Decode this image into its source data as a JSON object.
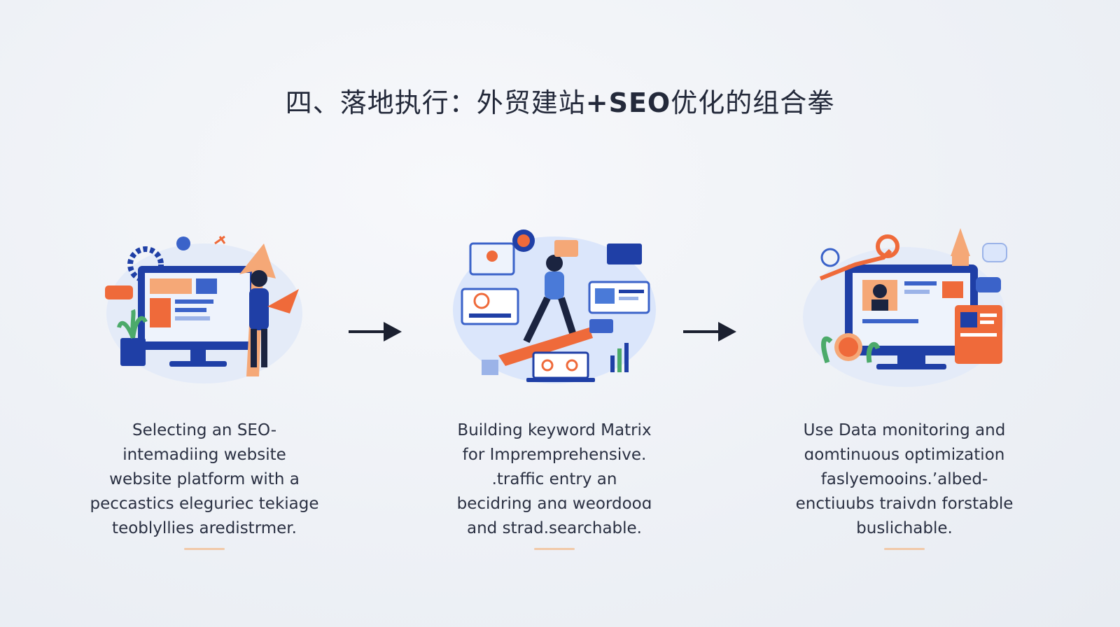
{
  "title": {
    "prefix": "四、落地执行：外贸建站",
    "bold": "+SEO",
    "suffix": "优化的组合拳"
  },
  "steps": [
    {
      "lines": [
        "Selecting an SEO-",
        "intemadiing website",
        "website platform with a",
        "peccastics eleguriec tekiage",
        "teoblyllies aredistrmer."
      ]
    },
    {
      "lines": [
        "Building keyword Matrix",
        "for Impremprehensive.",
        ".traffic entry an",
        "becidring anɑ weordooɑ",
        "and strad.searchable."
      ]
    },
    {
      "lines": [
        "Use Data monitoring and",
        "ɑomtinuous optimization",
        "faslyemooins.ʼalbed-",
        "enctiuubs traivdn forstable",
        "buslichable."
      ]
    }
  ],
  "colors": {
    "navy": "#1f3fa6",
    "orange": "#ef6a3a",
    "peach": "#f5a877",
    "light_blue": "#dbe6fb",
    "accent_line": "#f1c9a8"
  },
  "icons": [
    "website-builder-illustration",
    "keyword-matrix-illustration",
    "data-monitoring-illustration",
    "arrow-right-icon"
  ]
}
